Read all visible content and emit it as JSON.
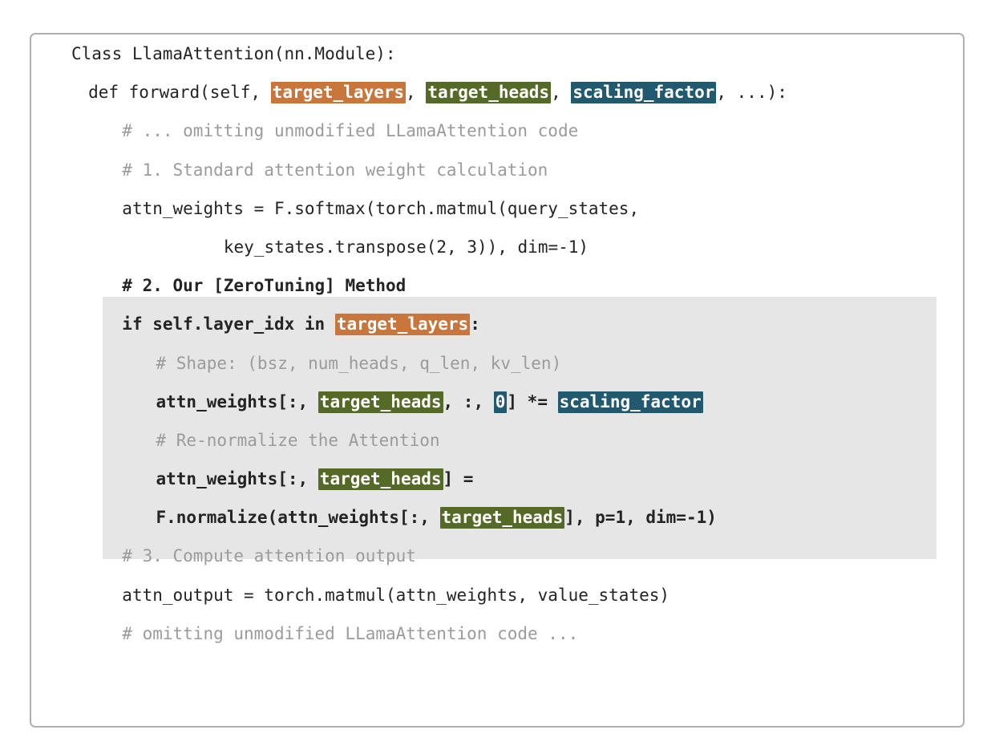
{
  "figure": {
    "kind": "code-listing-figure",
    "border_color": "#b0b0b0",
    "background": "#ffffff",
    "highlight_band_color": "#e6e6e6",
    "colors": {
      "code": "#242424",
      "comment": "#9b9b9b",
      "highlight_orange": "#c8763c",
      "highlight_green": "#566a28",
      "highlight_teal": "#21596f",
      "highlight_text": "#ffffff"
    },
    "legend": {
      "target_layers": "target_layers",
      "target_heads": "target_heads",
      "scaling_factor": "scaling_factor",
      "zero_token_index": "0"
    }
  },
  "code": {
    "lines": [
      {
        "id": "line-class-def",
        "indent": 0,
        "in_band": false,
        "segments": [
          {
            "text": "Class LlamaAttention(nn.Module):",
            "style": "code"
          }
        ]
      },
      {
        "id": "line-forward-signature",
        "indent": 1,
        "in_band": false,
        "segments": [
          {
            "text": "def forward(self, ",
            "style": "code"
          },
          {
            "text": "target_layers",
            "style": "hl-orange"
          },
          {
            "text": ", ",
            "style": "code"
          },
          {
            "text": "target_heads",
            "style": "hl-green"
          },
          {
            "text": ", ",
            "style": "code"
          },
          {
            "text": "scaling_factor",
            "style": "hl-teal"
          },
          {
            "text": ", ...):",
            "style": "code"
          }
        ]
      },
      {
        "id": "line-comment-omitting-top",
        "indent": 3,
        "in_band": false,
        "segments": [
          {
            "text": "# ... omitting unmodified LLamaAttention code",
            "style": "comment"
          }
        ]
      },
      {
        "id": "line-comment-step-1",
        "indent": 3,
        "in_band": false,
        "segments": [
          {
            "text": "# 1. Standard attention weight calculation",
            "style": "comment"
          }
        ]
      },
      {
        "id": "line-softmax-1",
        "indent": 3,
        "in_band": false,
        "segments": [
          {
            "text": "attn_weights = F.softmax(torch.matmul(query_states,",
            "style": "code"
          }
        ]
      },
      {
        "id": "line-softmax-2",
        "indent": 9,
        "in_band": false,
        "segments": [
          {
            "text": "key_states.transpose(2, 3)), dim=-1)",
            "style": "code"
          }
        ]
      },
      {
        "id": "line-comment-step-2",
        "indent": 3,
        "in_band": true,
        "bold": true,
        "segments": [
          {
            "text": "# 2. Our [ZeroTuning] Method",
            "style": "code-bold"
          }
        ]
      },
      {
        "id": "line-if-layer-idx",
        "indent": 3,
        "in_band": true,
        "bold": true,
        "segments": [
          {
            "text": "if self.layer_idx in ",
            "style": "code-bold"
          },
          {
            "text": "target_layers",
            "style": "hl-orange"
          },
          {
            "text": ":",
            "style": "code-bold"
          }
        ]
      },
      {
        "id": "line-comment-shape",
        "indent": 5,
        "in_band": true,
        "segments": [
          {
            "text": "# Shape: (bsz, num_heads, q_len, kv_len)",
            "style": "comment"
          }
        ]
      },
      {
        "id": "line-scale-zero-token",
        "indent": 5,
        "in_band": true,
        "bold": true,
        "segments": [
          {
            "text": "attn_weights[:, ",
            "style": "code-bold"
          },
          {
            "text": "target_heads",
            "style": "hl-green"
          },
          {
            "text": ", :, ",
            "style": "code-bold"
          },
          {
            "text": "0",
            "style": "hl-teal"
          },
          {
            "text": "] *= ",
            "style": "code-bold"
          },
          {
            "text": "scaling_factor",
            "style": "hl-teal"
          }
        ]
      },
      {
        "id": "line-comment-renormalize",
        "indent": 5,
        "in_band": true,
        "segments": [
          {
            "text": "# Re-normalize the Attention",
            "style": "comment"
          }
        ]
      },
      {
        "id": "line-assign-renormalize",
        "indent": 5,
        "in_band": true,
        "bold": true,
        "segments": [
          {
            "text": "attn_weights[:, ",
            "style": "code-bold"
          },
          {
            "text": "target_heads",
            "style": "hl-green"
          },
          {
            "text": "] =",
            "style": "code-bold"
          }
        ]
      },
      {
        "id": "line-normalize-call",
        "indent": 5,
        "in_band": true,
        "bold": true,
        "segments": [
          {
            "text": "F.normalize(attn_weights[:, ",
            "style": "code-bold"
          },
          {
            "text": "target_heads",
            "style": "hl-green"
          },
          {
            "text": "], p=1, dim=-1)",
            "style": "code-bold"
          }
        ]
      },
      {
        "id": "line-comment-step-3",
        "indent": 3,
        "in_band": false,
        "segments": [
          {
            "text": "# 3. Compute attention output",
            "style": "comment"
          }
        ]
      },
      {
        "id": "line-attn-output",
        "indent": 3,
        "in_band": false,
        "segments": [
          {
            "text": "attn_output = torch.matmul(attn_weights, value_states)",
            "style": "code"
          }
        ]
      },
      {
        "id": "line-comment-omitting-bottom",
        "indent": 3,
        "in_band": false,
        "segments": [
          {
            "text": "# omitting unmodified LLamaAttention code ...",
            "style": "comment"
          }
        ]
      }
    ]
  }
}
